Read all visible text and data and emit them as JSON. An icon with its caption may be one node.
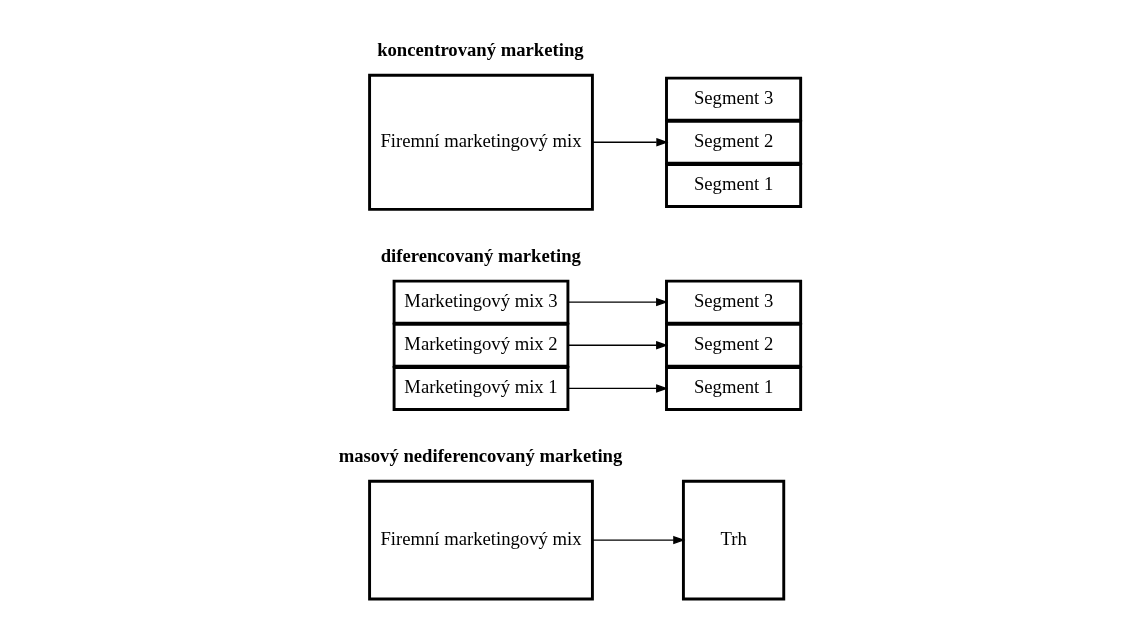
{
  "diagram": {
    "nodes": [
      {
        "text": [
          "Firemní marketingový mix"
        ]
      },
      {
        "text": [
          "Trh"
        ]
      },
      {
        "text": [
          "Marketingový mix 1"
        ]
      },
      {
        "text": [
          "Marketingový mix 2"
        ]
      },
      {
        "text": [
          "Marketingový mix 3"
        ]
      },
      {
        "text": [
          "Segment 1"
        ]
      },
      {
        "text": [
          "Segment 2"
        ]
      },
      {
        "text": [
          "Segment 3"
        ]
      },
      {
        "text": [
          "Firemní marketingový mix"
        ]
      },
      {
        "text": [
          "Segment 1"
        ]
      },
      {
        "text": [
          "Segment 2"
        ]
      },
      {
        "text": [
          "Segment 3"
        ]
      }
    ],
    "edges": [
      {
        "from": 0,
        "to": 1,
        "arrow": "to"
      },
      {
        "from": 2,
        "to": 5,
        "arrow": "to"
      },
      {
        "from": 3,
        "to": 6,
        "arrow": "to"
      },
      {
        "from": 4,
        "to": 7,
        "arrow": "to"
      },
      {
        "from": 8,
        "to": 10,
        "arrow": "to"
      }
    ],
    "labels": [
      "masový nediferencovaný marketing",
      "diferencovaný marketing",
      "koncentrovaný marketing"
    ]
  }
}
